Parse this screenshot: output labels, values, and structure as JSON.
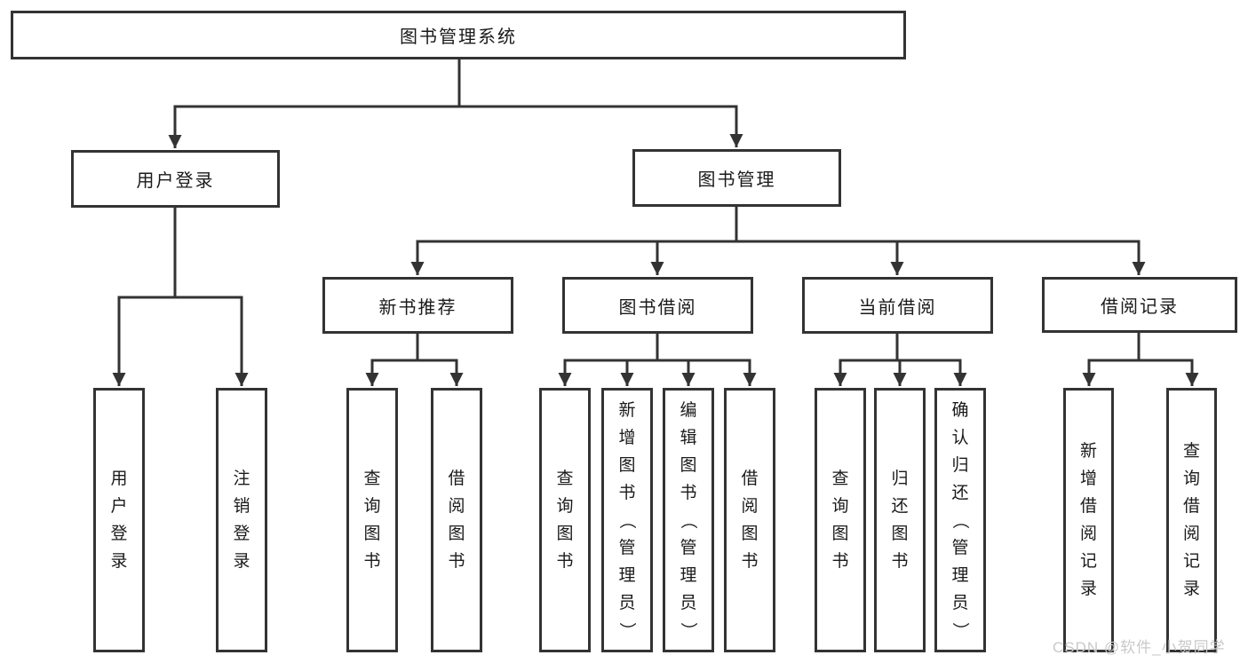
{
  "diagram_title": "图书管理系统",
  "colors": {
    "line": "#333333",
    "box_border": "#333333",
    "box_fill": "#ffffff",
    "text": "#1a1a1a",
    "watermark": "#c9c9c9",
    "background": "#ffffff"
  },
  "tree": {
    "root": {
      "label": "图书管理系统",
      "children": [
        {
          "label": "用户登录",
          "children": [
            {
              "label": "用户登录"
            },
            {
              "label": "注销登录"
            }
          ]
        },
        {
          "label": "图书管理",
          "children": [
            {
              "label": "新书推荐",
              "children": [
                {
                  "label": "查询图书"
                },
                {
                  "label": "借阅图书"
                }
              ]
            },
            {
              "label": "图书借阅",
              "children": [
                {
                  "label": "查询图书"
                },
                {
                  "label": "新增图书（管理员）"
                },
                {
                  "label": "编辑图书（管理员）"
                },
                {
                  "label": "借阅图书"
                }
              ]
            },
            {
              "label": "当前借阅",
              "children": [
                {
                  "label": "查询图书"
                },
                {
                  "label": "归还图书"
                },
                {
                  "label": "确认归还（管理员）"
                }
              ]
            },
            {
              "label": "借阅记录",
              "children": [
                {
                  "label": "新增借阅记录"
                },
                {
                  "label": "查询借阅记录"
                }
              ]
            }
          ]
        }
      ]
    }
  },
  "watermark": {
    "text": "CSDN @软件_小贺同学"
  }
}
